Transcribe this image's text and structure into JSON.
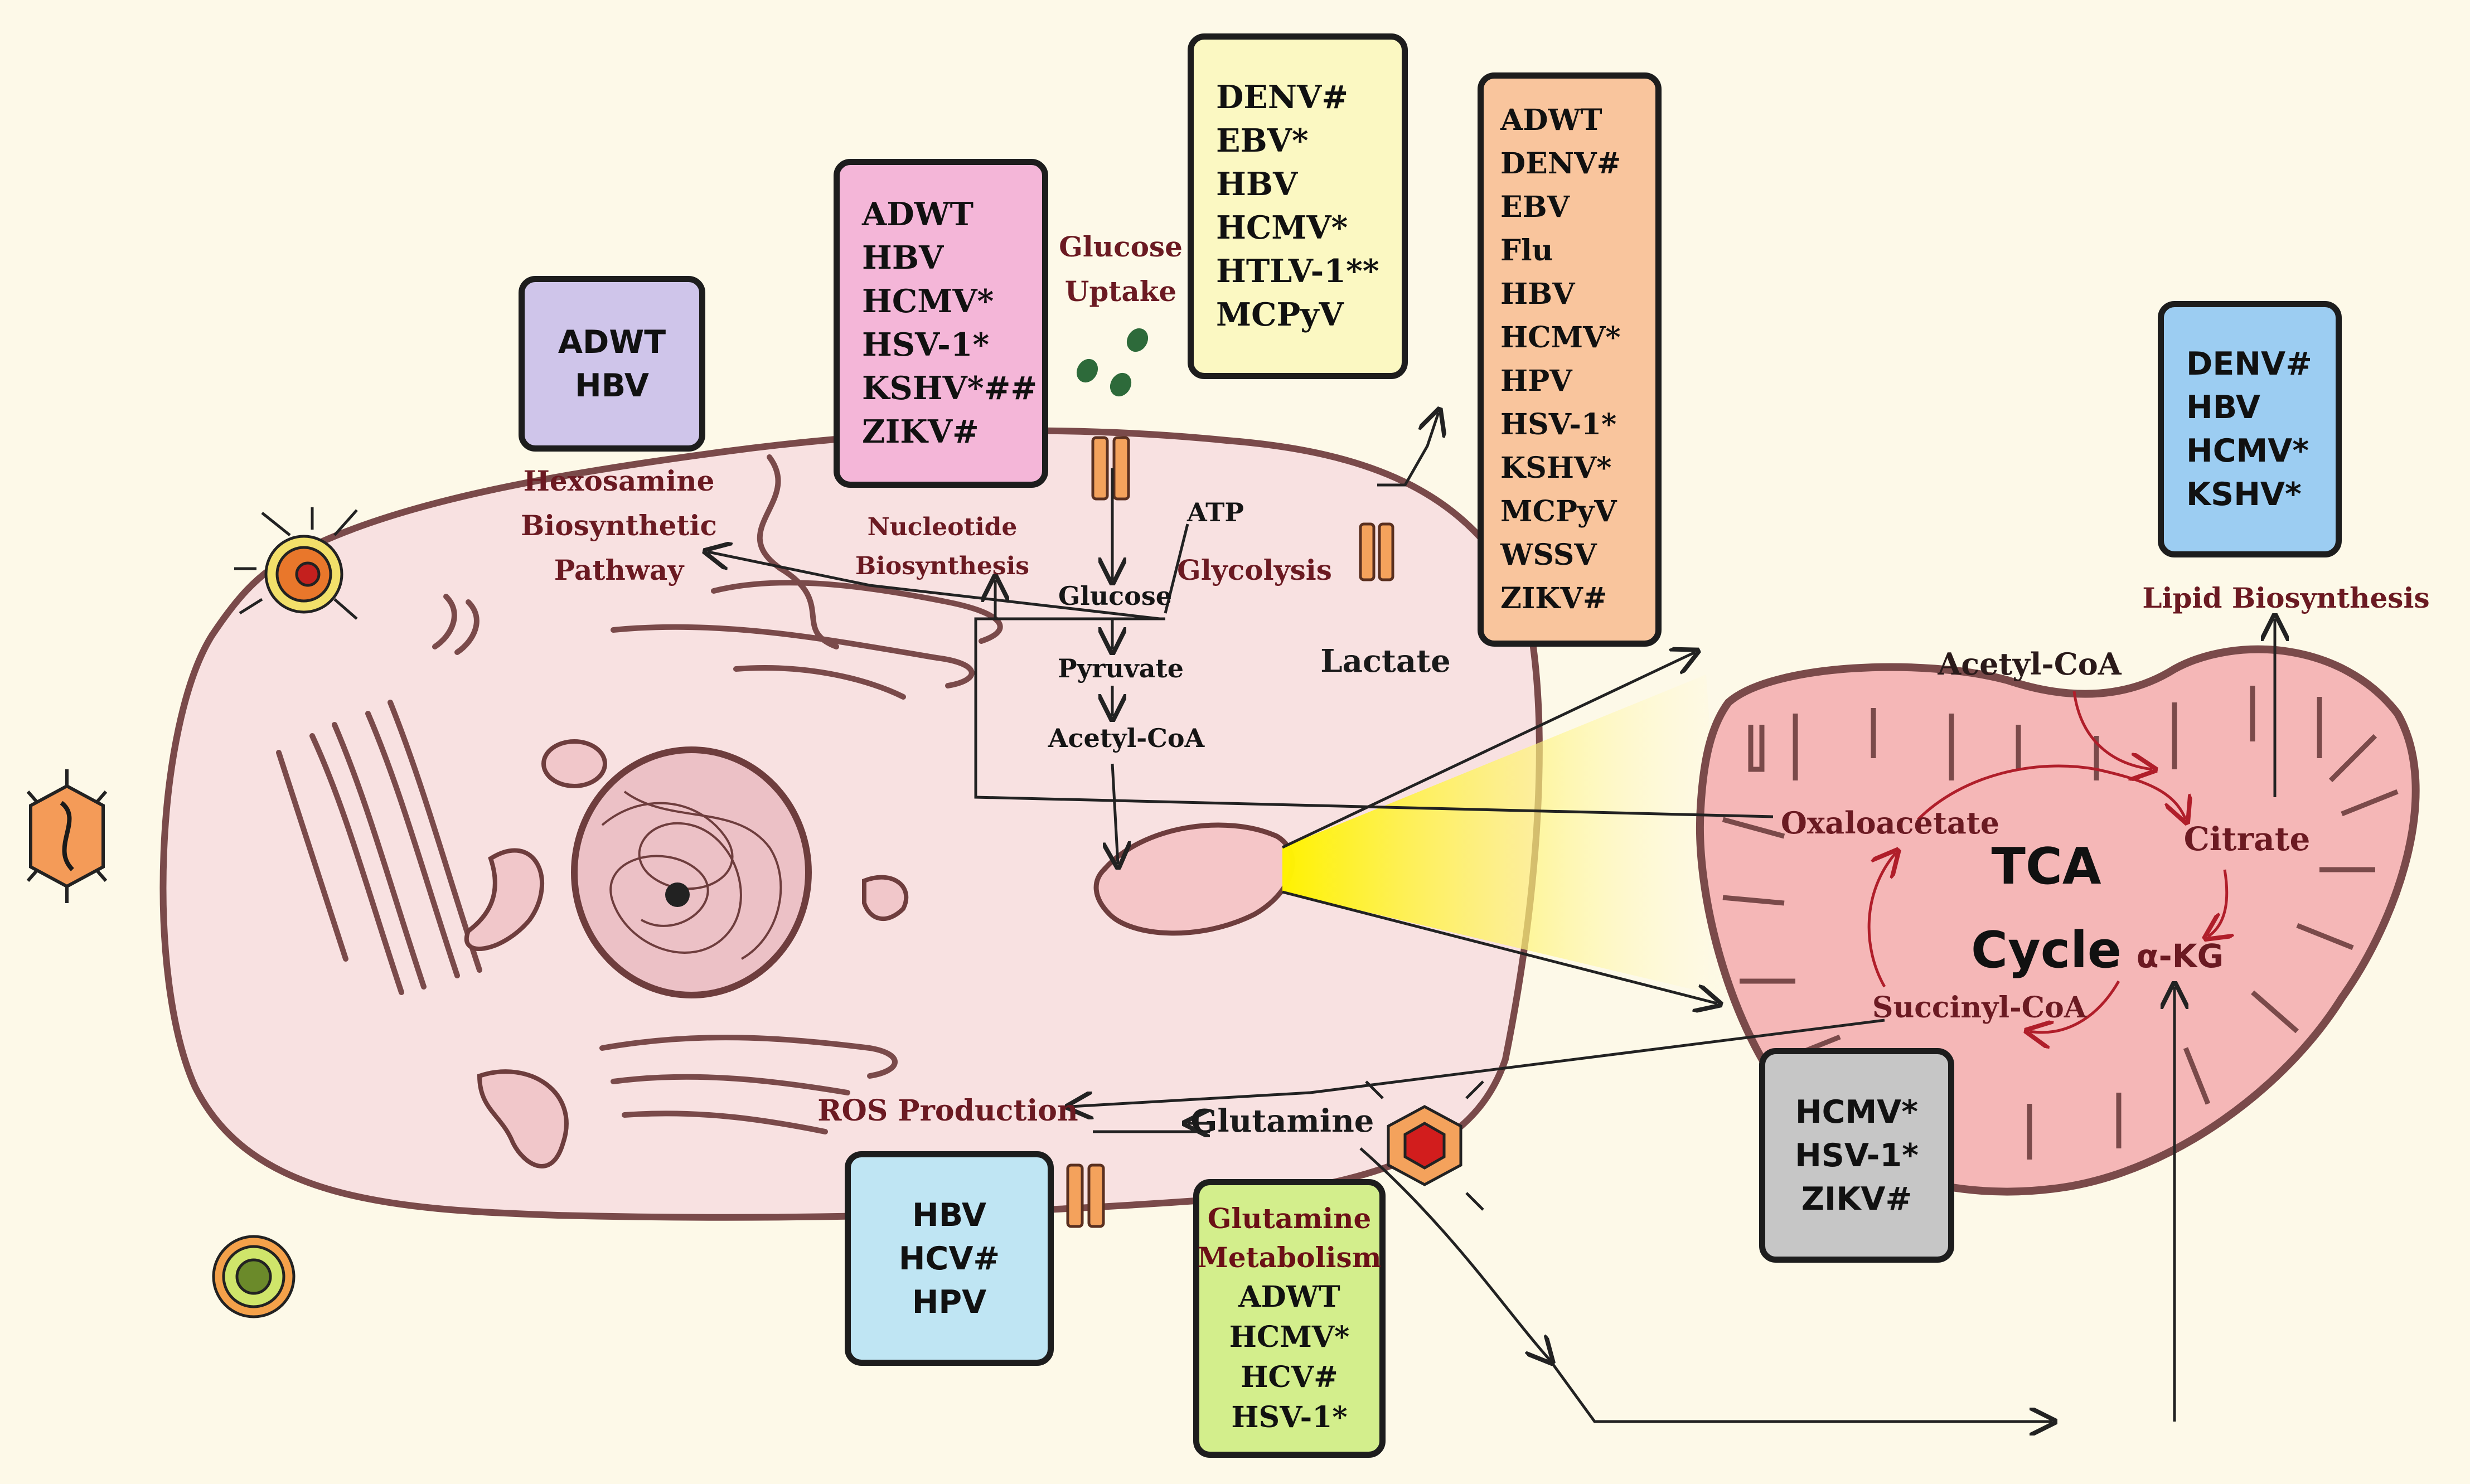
{
  "colors": {
    "background": "#fdf9e8",
    "cell_fill": "#f8e1e1",
    "membrane": "#7a4a4a",
    "mito_fill": "#f5b7b7",
    "beam": "#fff200",
    "label_maroon": "#6b1a22"
  },
  "cell_labels": {
    "hexosamine": [
      "Hexosamine",
      "Biosynthetic",
      "Pathway"
    ],
    "nucleotide": [
      "Nucleotide",
      "Biosynthesis"
    ],
    "glucose_uptake": [
      "Glucose",
      "Uptake"
    ],
    "atp": "ATP",
    "glycolysis": "Glycolysis",
    "glucose": "Glucose",
    "pyruvate": "Pyruvate",
    "acetyl_coa_cell": "Acetyl-CoA",
    "lactate": "Lactate",
    "ros": "ROS Production",
    "glutamine": "Glutamine"
  },
  "mito_labels": {
    "acetyl_coa": "Acetyl-CoA",
    "lipid": "Lipid Biosynthesis",
    "oxaloacetate": "Oxaloacetate",
    "citrate": "Citrate",
    "tca": [
      "TCA",
      "Cycle"
    ],
    "akg": "α-KG",
    "succinyl": "Succinyl-CoA"
  },
  "boxes": {
    "hexosamine": {
      "fill": "#cfc5ea",
      "items": [
        "ADWT",
        "HBV"
      ]
    },
    "nucleotide": {
      "fill": "#f4b6d8",
      "items": [
        "ADWT",
        "HBV",
        "HCMV*",
        "HSV-1*",
        "KSHV*##",
        "ZIKV#"
      ]
    },
    "glucose": {
      "fill": "#fbf8c2",
      "items": [
        "DENV#",
        "EBV*",
        "HBV",
        "HCMV*",
        "HTLV-1**",
        "MCPyV"
      ]
    },
    "lactate": {
      "fill": "#f9c59d",
      "items": [
        "ADWT",
        "DENV#",
        "EBV",
        "Flu",
        "HBV",
        "HCMV*",
        "HPV",
        "HSV-1*",
        "KSHV*",
        "MCPyV",
        "WSSV",
        "ZIKV#"
      ]
    },
    "lipid": {
      "fill": "#9ccdf2",
      "items": [
        "DENV#",
        "HBV",
        "HCMV*",
        "KSHV*"
      ]
    },
    "ros": {
      "fill": "#bfe5f3",
      "items": [
        "HBV",
        "HCV#",
        "HPV"
      ]
    },
    "glutamine": {
      "fill": "#d3ee8c",
      "header": [
        "Glutamine",
        "Metabolism"
      ],
      "items": [
        "ADWT",
        "HCMV*",
        "HCV#",
        "HSV-1*"
      ]
    },
    "succinyl": {
      "fill": "#c6c6c6",
      "items": [
        "HCMV*",
        "HSV-1*",
        "ZIKV#"
      ]
    }
  }
}
